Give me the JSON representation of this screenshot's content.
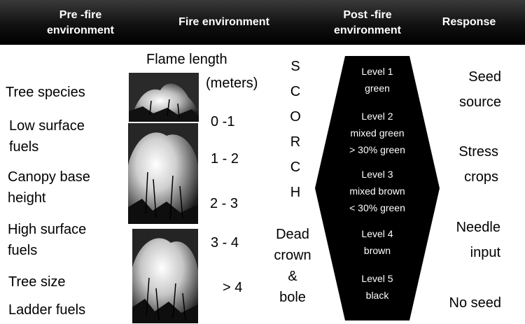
{
  "header": {
    "pre_fire": "Pre -fire\nenvironment",
    "fire": "Fire environment",
    "post_fire": "Post -fire\nenvironment",
    "response": "Response"
  },
  "pre_fire_factors": [
    "Tree species",
    "Low surface\nfuels",
    "Canopy base\nheight",
    "High surface\nfuels",
    "Tree size",
    "Ladder fuels"
  ],
  "fire_env": {
    "title": "Flame length",
    "units": "(meters)",
    "ranges": [
      "0 -1",
      "1 - 2",
      "2 - 3",
      "3 - 4",
      "> 4"
    ]
  },
  "scorch": "S\nC\nO\nR\nC\nH",
  "dead": "Dead\ncrown\n&\nbole",
  "levels": [
    "Level 1\ngreen",
    "Level 2\nmixed green\n> 30% green",
    "Level 3\nmixed brown\n< 30% green",
    "Level 4\nbrown",
    "Level 5\nblack"
  ],
  "responses": [
    "Seed\nsource",
    "Stress\ncrops",
    "Needle\ninput",
    "No seed"
  ],
  "colors": {
    "header_bg": "#000000",
    "hexagon": "#000000",
    "text": "#000000",
    "header_text": "#ffffff"
  },
  "icons": {
    "fire_photos": [
      "fire-photo-icon",
      "fire-photo-icon",
      "fire-photo-icon"
    ]
  }
}
